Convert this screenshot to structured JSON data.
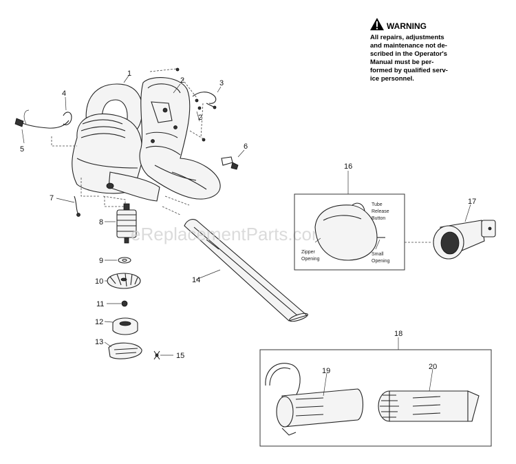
{
  "warning": {
    "title": "WARNING",
    "lines": [
      "All repairs, adjustments",
      "and maintenance not de-",
      "scribed in the Operator's",
      "Manual must be per-",
      "formed by qualified serv-",
      "ice personnel."
    ]
  },
  "watermark": "eReplacementParts.com",
  "callouts": {
    "c1": "1",
    "c2a": "2",
    "c2b": "2",
    "c3": "3",
    "c4": "4",
    "c5": "5",
    "c6": "6",
    "c7": "7",
    "c8": "8",
    "c9": "9",
    "c10": "10",
    "c11": "11",
    "c12": "12",
    "c13": "13",
    "c14": "14",
    "c15": "15",
    "c16": "16",
    "c17": "17",
    "c18": "18",
    "c19": "19",
    "c20": "20"
  },
  "bag_labels": {
    "tube_release_1": "Tube",
    "tube_release_2": "Release",
    "tube_release_3": "Button",
    "zipper_1": "Zipper",
    "zipper_2": "Opening",
    "small_1": "Small",
    "small_2": "Opening"
  }
}
